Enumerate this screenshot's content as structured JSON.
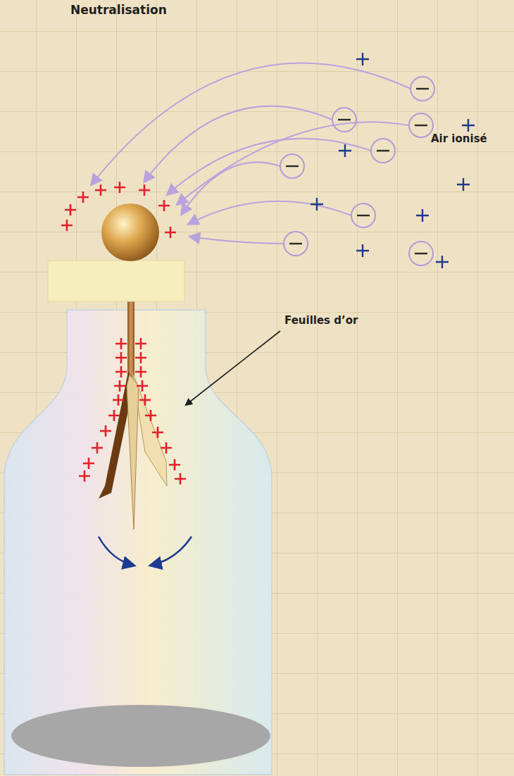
{
  "diagram": {
    "labels": [
      "Neutralisation",
      "Air ionisé",
      "Feuilles d’or"
    ]
  }
}
